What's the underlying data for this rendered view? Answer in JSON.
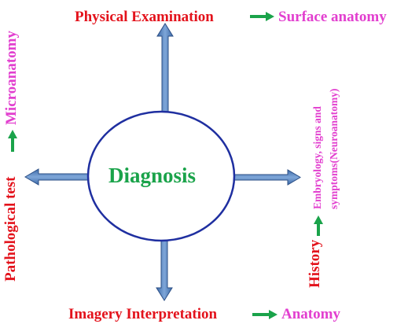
{
  "diagram": {
    "center_label": "Diagnosis",
    "top": {
      "left_label": "Physical Examination",
      "right_label": "Surface anatomy"
    },
    "bottom": {
      "left_label": "Imagery Interpretation",
      "right_label": "Anatomy"
    },
    "left": {
      "bottom_label": "Pathological test",
      "top_label": "Microanatomy"
    },
    "right": {
      "bottom_label": "History",
      "top_label_line1": "Embryology, signs and",
      "top_label_line2": "symptoms(Neuroanatomy)"
    }
  },
  "colors": {
    "red": "#e3121b",
    "pink": "#e23fcf",
    "green": "#1aa34a",
    "ellipse_stroke": "#1f2fa0",
    "arrow_fill": "#4f7fc0"
  }
}
